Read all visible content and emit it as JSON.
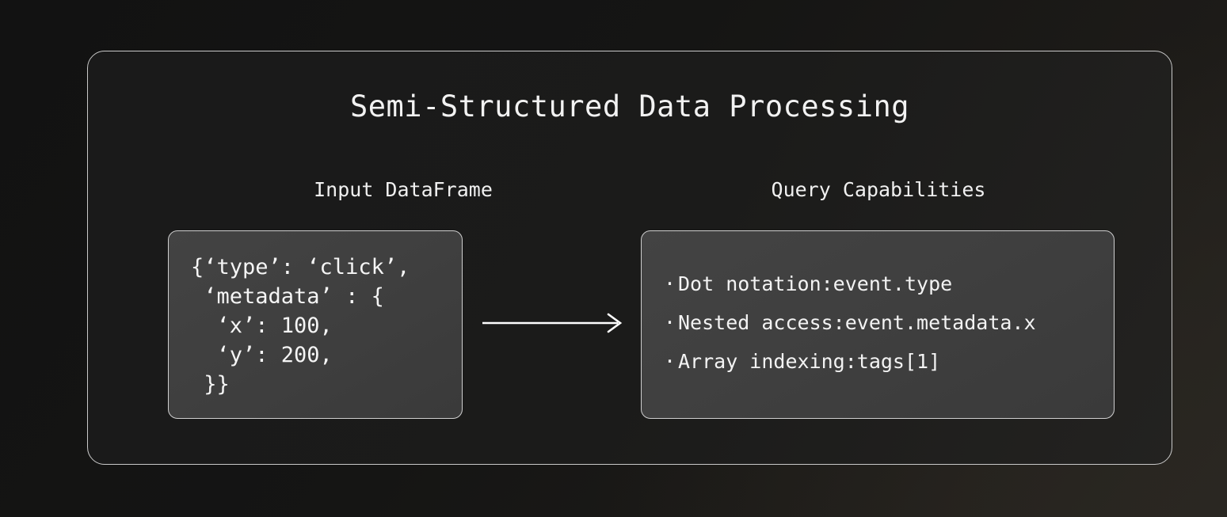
{
  "diagram": {
    "title": "Semi-Structured Data Processing",
    "left": {
      "heading": "Input DataFrame",
      "code": "{‘type’: ‘click’,\n ‘metadata’ : {\n  ‘x’: 100,\n  ‘y’: 200,\n }}"
    },
    "arrow": {
      "icon": "right-arrow-icon"
    },
    "right": {
      "heading": "Query Capabilities",
      "bullet_glyph": "·",
      "items": [
        "Dot notation:event.type",
        "Nested access:event.metadata.x",
        "Array indexing:tags[1]"
      ]
    }
  },
  "colors": {
    "page_background": "#141414",
    "panel_background": "#1a1a1a",
    "panel_border": "#c9c9c9",
    "card_background": "#3f3f3f",
    "card_border": "#cfcfcf",
    "text": "#f2f2f2",
    "arrow": "#ffffff"
  }
}
